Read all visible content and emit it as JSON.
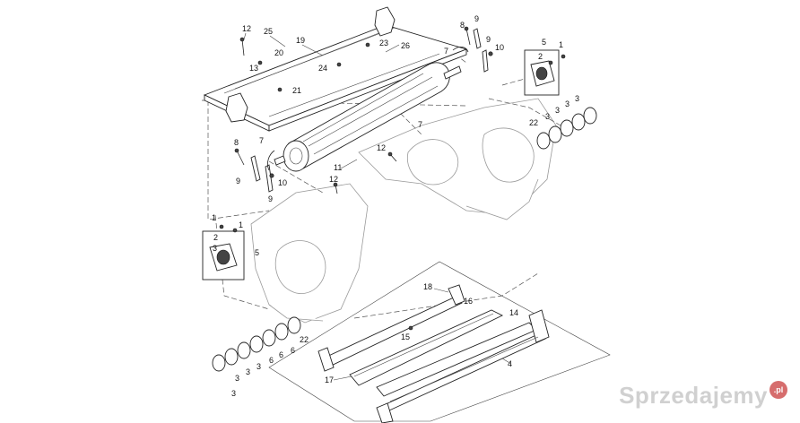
{
  "diagram": {
    "labels": [
      "1",
      "2",
      "3",
      "4",
      "5",
      "6",
      "7",
      "8",
      "9",
      "10",
      "11",
      "12",
      "13",
      "14",
      "15",
      "16",
      "17",
      "18",
      "19",
      "20",
      "21",
      "22",
      "23",
      "24",
      "25",
      "26"
    ],
    "colors": {
      "line": "#222222",
      "ghost": "#9a9a9a",
      "background": "#ffffff"
    }
  },
  "watermark": {
    "text": "Sprzedajemy",
    "badge": ".pl"
  }
}
